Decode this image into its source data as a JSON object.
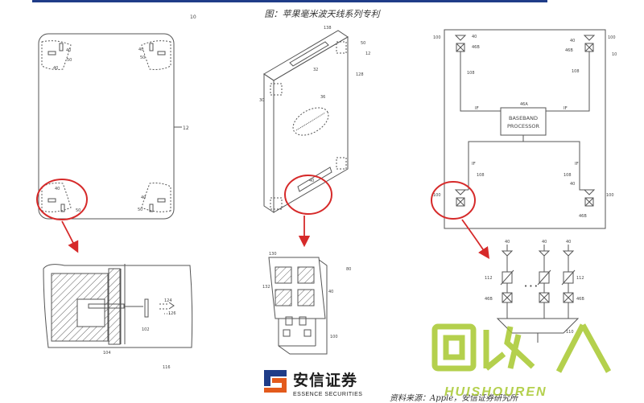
{
  "caption": "图：苹果毫米波天线系列专利",
  "source": "资料来源：Apple，安信证券研究所",
  "logo": {
    "cn": "安信证券",
    "en": "ESSENCE SECURITIES"
  },
  "watermark": {
    "text": "HUISHOUREN",
    "icon": "recycle-logo-icon"
  },
  "fig1": {
    "ref": "10",
    "body": "12",
    "c40": "40",
    "c50": "50"
  },
  "fig2": {
    "top": "138",
    "ref12": "12",
    "side": "50",
    "ref128": "128",
    "ref32": "32",
    "ref30": "30",
    "ref36": "36",
    "ref40": "40"
  },
  "fig3": {
    "box_line1": "BASEBAND",
    "box_line2": "PROCESSOR",
    "box_ref": "46A",
    "if": "IF",
    "ref10": "10",
    "ref100": "100",
    "ref40": "40",
    "ref46B": "46B",
    "ref108": "108"
  },
  "fig4": {
    "ref124": "124",
    "ref126": "126",
    "ref102": "102",
    "ref104": "104",
    "ref116": "116"
  },
  "fig5": {
    "ref130": "130",
    "ref80": "80",
    "ref132": "132",
    "ref40": "40",
    "ref100": "100"
  },
  "fig6": {
    "ref40": "40",
    "ref112": "112",
    "ref46B": "46B",
    "ref110": "110",
    "dots": "• • •"
  }
}
